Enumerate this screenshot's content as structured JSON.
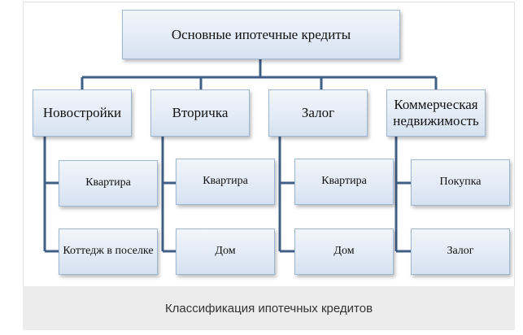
{
  "diagram": {
    "root": "Основные ипотечные кредиты",
    "categories": [
      {
        "label": "Новостройки",
        "children": [
          "Квартира",
          "Коттедж в поселке"
        ]
      },
      {
        "label": "Вторичка",
        "children": [
          "Квартира",
          "Дом"
        ]
      },
      {
        "label": "Залог",
        "children": [
          "Квартира",
          "Дом"
        ]
      },
      {
        "label": "Коммерческая недвижимость",
        "children": [
          "Покупка",
          "Залог"
        ]
      }
    ],
    "line_color": "#3f5f87"
  },
  "caption": "Классификация ипотечных кредитов"
}
